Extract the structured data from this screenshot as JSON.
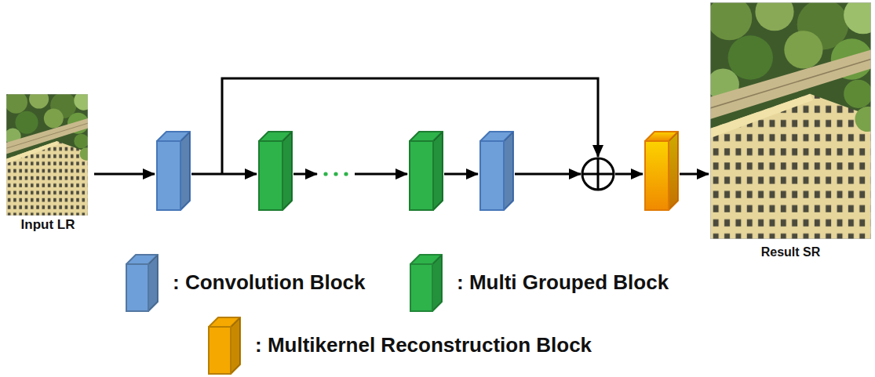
{
  "diagram": {
    "nodes": [
      {
        "text": [
          "Input LR"
        ]
      },
      {
        "text": [
          "Result SR"
        ]
      }
    ],
    "legend": [
      {
        "text": ": Convolution Block",
        "color": "#6f9fd8"
      },
      {
        "text": ": Multi Grouped Block",
        "color": "#2db34a"
      },
      {
        "text": ": Multikernel Reconstruction Block",
        "color": "#f5a800"
      }
    ]
  }
}
